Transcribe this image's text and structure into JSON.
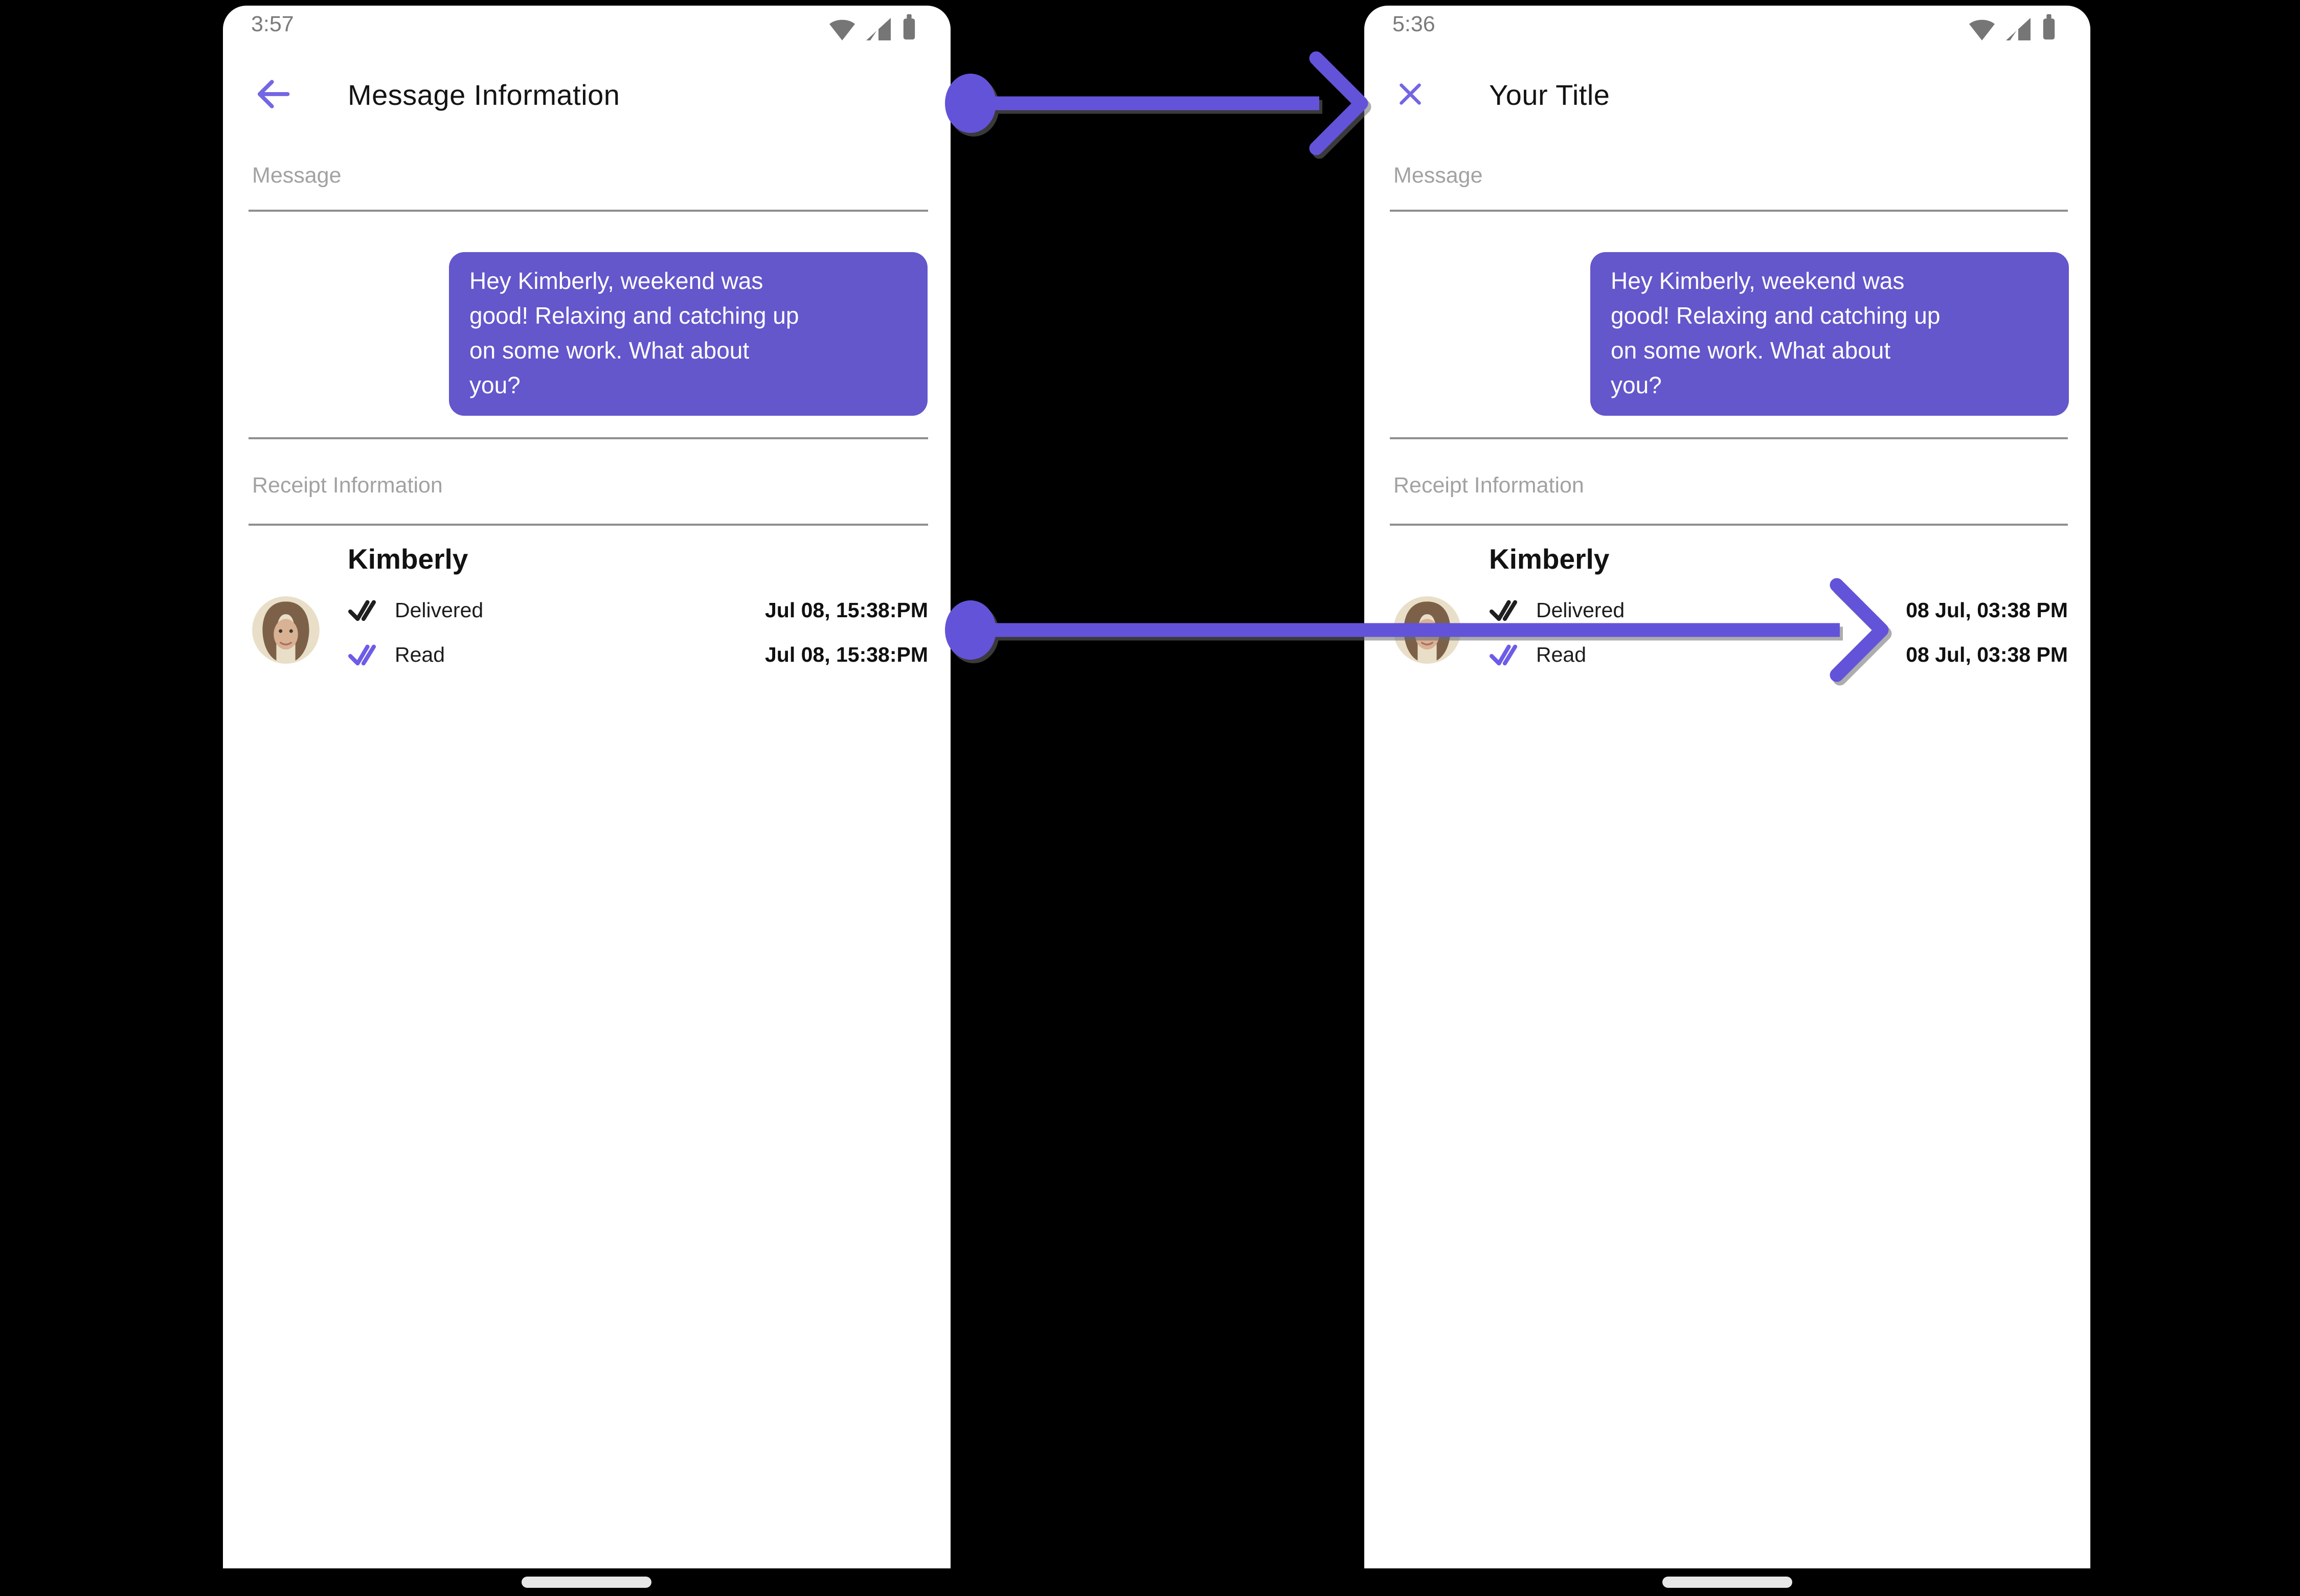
{
  "colors": {
    "background": "#000000",
    "phone_background": "#ffffff",
    "bubble_purple": "#6456CB",
    "accent_purple": "#7366E4",
    "arrow_purple": "#6353D9",
    "read_check_purple": "#6D5CE7",
    "delivered_check_dark": "#1f1f1f",
    "divider_gray": "#8f8f8f",
    "label_gray": "#a2a2a2",
    "status_gray": "#7b7b7b"
  },
  "icons": {
    "left_nav": "back-arrow",
    "right_nav": "close-x",
    "status_bar": [
      "wifi",
      "cell-signal",
      "battery"
    ],
    "delivered": "double-check",
    "read": "double-check"
  },
  "phones": {
    "left": {
      "status": {
        "time": "3:57"
      },
      "header": {
        "title": "Message Information"
      },
      "message_section": {
        "label": "Message",
        "bubble_text": "Hey Kimberly, weekend was\ngood!  Relaxing and catching up\non some work.  What about\nyou?"
      },
      "receipt_section": {
        "label": "Receipt Information",
        "contact_name": "Kimberly",
        "rows": [
          {
            "status": "Delivered",
            "timestamp": "Jul 08, 15:38:PM"
          },
          {
            "status": "Read",
            "timestamp": "Jul 08, 15:38:PM"
          }
        ]
      }
    },
    "right": {
      "status": {
        "time": "5:36"
      },
      "header": {
        "title": "Your Title"
      },
      "message_section": {
        "label": "Message",
        "bubble_text": "Hey Kimberly, weekend was\ngood!  Relaxing and catching up\non some work.  What about\nyou?"
      },
      "receipt_section": {
        "label": "Receipt Information",
        "contact_name": "Kimberly",
        "rows": [
          {
            "status": "Delivered",
            "timestamp": "08 Jul, 03:38 PM"
          },
          {
            "status": "Read",
            "timestamp": "08 Jul, 03:38 PM"
          }
        ]
      }
    }
  }
}
